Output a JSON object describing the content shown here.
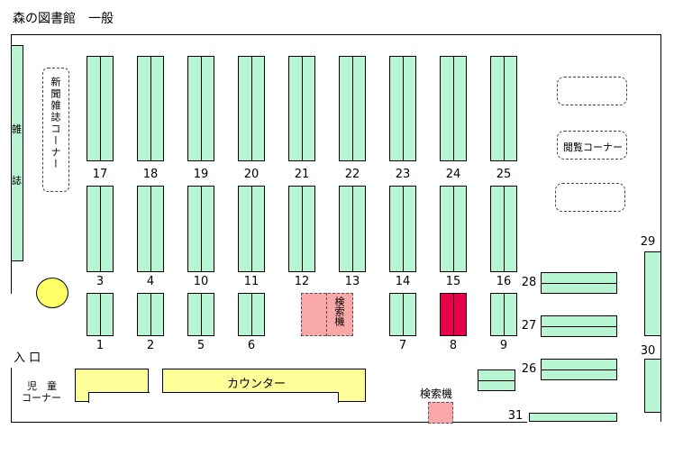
{
  "title": "森の図書館　一般",
  "labels": {
    "magazine_strip_top": "雑",
    "magazine_strip_bottom": "誌",
    "newspaper_corner": "新聞雑誌コーナー",
    "reading_corner": "閲覧コーナー",
    "search_terminal_vertical": "検索機",
    "search_terminal_bottom": "検索機",
    "entrance": "入 口",
    "children_corner_line1": "児　童",
    "children_corner_line2": "コーナー",
    "counter": "カウンター"
  },
  "shelves": {
    "row_top": [
      "17",
      "18",
      "19",
      "20",
      "21",
      "22",
      "23",
      "24",
      "25"
    ],
    "row_mid": [
      "3",
      "4",
      "10",
      "11",
      "12",
      "13",
      "14",
      "15",
      "16"
    ],
    "row_low": [
      "1",
      "2",
      "5",
      "6",
      "7",
      "8",
      "9"
    ],
    "right": [
      "28",
      "27",
      "26",
      "29",
      "30",
      "31"
    ]
  },
  "colors": {
    "shelf": "#b8f5d3",
    "search_terminal": "#f9a7a7",
    "highlighted_shelf": "#e8004a",
    "counter": "#ffff99",
    "lamp": "#ffff66"
  }
}
